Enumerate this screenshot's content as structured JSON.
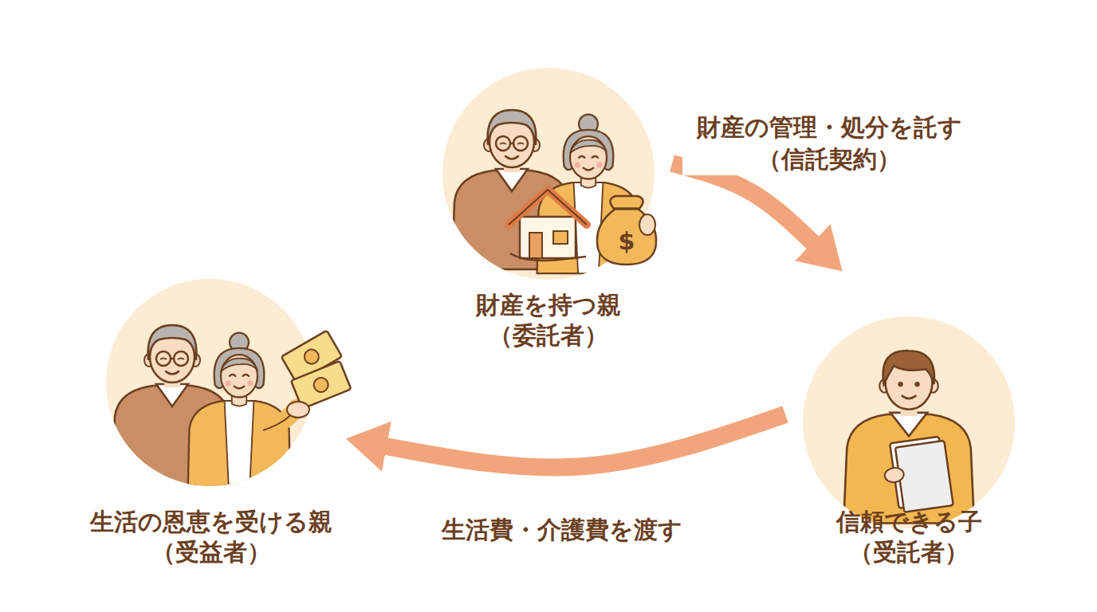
{
  "diagram": {
    "nodes": [
      {
        "text": [
          "財産を持つ親",
          "（委託者）"
        ]
      },
      {
        "text": [
          "信頼できる子",
          "（受託者）"
        ]
      },
      {
        "text": [
          "生活の恩恵を受ける親",
          "（受益者）"
        ]
      }
    ],
    "edges": [
      {
        "from": 0,
        "to": 1,
        "arrow": "to",
        "label": "財産の管理・処分を託す （信託契約）"
      },
      {
        "from": 1,
        "to": 2,
        "arrow": "to",
        "label": "生活費・介護費を渡す"
      }
    ],
    "labels": [
      "$"
    ]
  }
}
